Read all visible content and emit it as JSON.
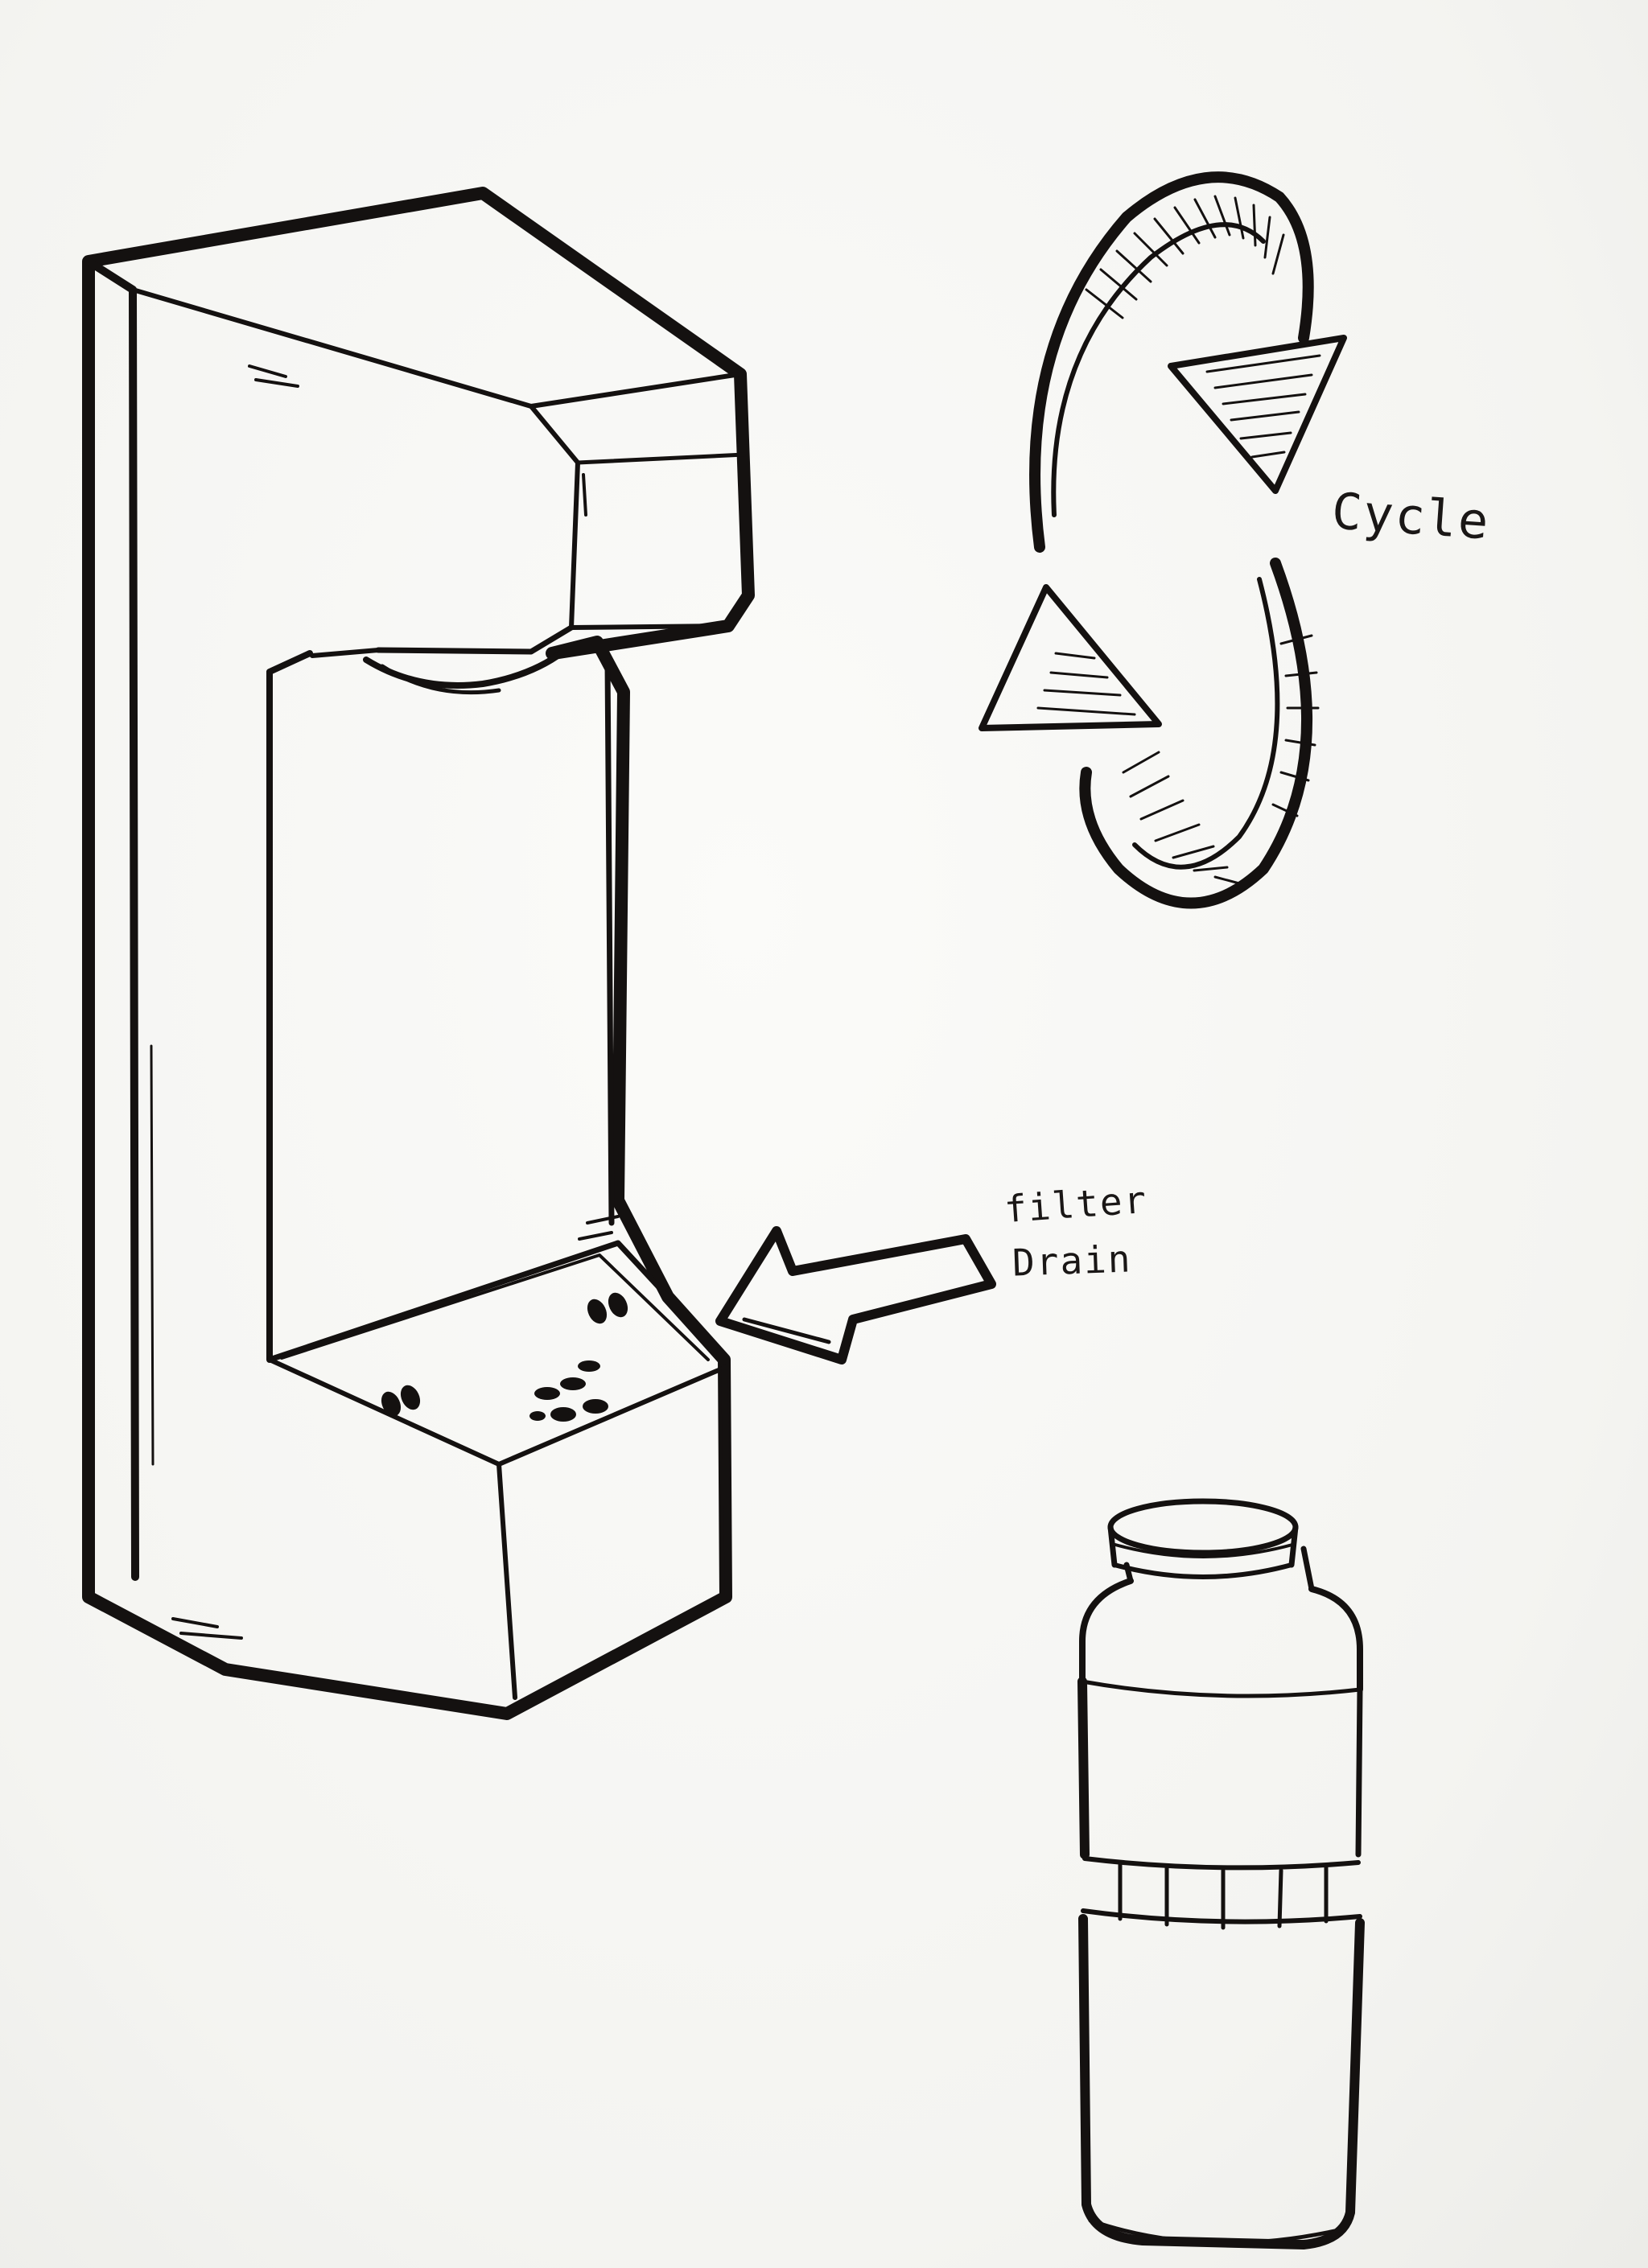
{
  "sketch": {
    "ink_color": "#141110",
    "paper_color": "#f7f7f5",
    "labels": {
      "cycle": "Cycle",
      "filter": "filter",
      "drain": "Drain"
    }
  }
}
